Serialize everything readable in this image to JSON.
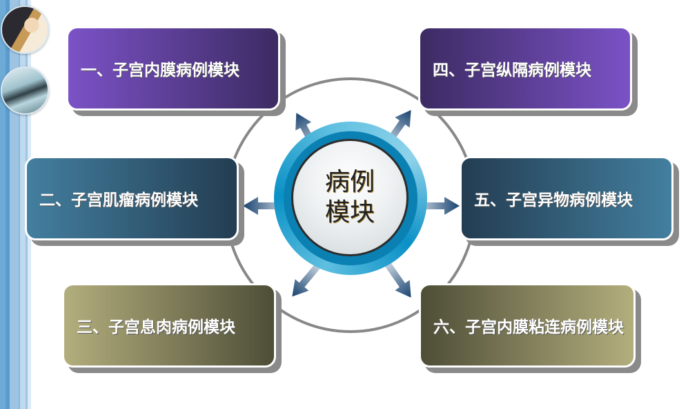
{
  "center": {
    "line1": "病例",
    "line2": "模块"
  },
  "modules": [
    {
      "label": "一、子宫内膜病例模块",
      "gradient": [
        "#7b52c6",
        "#3c2b63"
      ]
    },
    {
      "label": "二、子宫肌瘤病例模块",
      "gradient": [
        "#437f9f",
        "#233d52"
      ]
    },
    {
      "label": "三、子宫息肉病例模块",
      "gradient": [
        "#b3ae7d",
        "#4e4e37"
      ]
    },
    {
      "label": "四、子宫纵隔病例模块",
      "gradient": [
        "#3c2b63",
        "#7b52c6"
      ]
    },
    {
      "label": "五、子宫异物病例模块",
      "gradient": [
        "#233d52",
        "#437f9f"
      ]
    },
    {
      "label": "六、子宫内膜粘连病例模块",
      "gradient": [
        "#4e4e37",
        "#b3ae7d"
      ]
    }
  ],
  "decor": {
    "photos": [
      "business-people-photo",
      "escalator-people-photo"
    ],
    "stripe_colors": [
      "#6eaad6",
      "#5a9ccd",
      "#9dc5e3",
      "#bfd9ee",
      "#dbeaf6"
    ],
    "hub_colors": {
      "ring": "#0a91c6",
      "ring_light": "#5fbfe0",
      "inner": "#eef1f2"
    },
    "arrow_color": "#1d4a7a",
    "ring_line_color": "#888888"
  }
}
